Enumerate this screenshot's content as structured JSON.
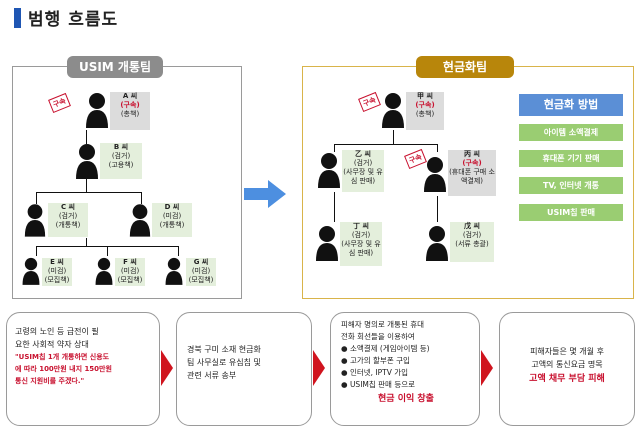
{
  "title": "범행 흐름도",
  "usim_team": {
    "label": "USIM 개통팀",
    "a": {
      "name": "A 씨",
      "status": "(구속)",
      "role": "(총책)",
      "stamp": "구속"
    },
    "b": {
      "name": "B 씨",
      "status": "(검거)",
      "role": "(고용책)"
    },
    "c": {
      "name": "C 씨",
      "status": "(검거)",
      "role": "(개통책)"
    },
    "d": {
      "name": "D 씨",
      "status": "(미검)",
      "role": "(개통책)"
    },
    "e": {
      "name": "E 씨",
      "status": "(미검)",
      "role": "(모집책)"
    },
    "f": {
      "name": "F 씨",
      "status": "(미검)",
      "role": "(모집책)"
    },
    "g": {
      "name": "G 씨",
      "status": "(미검)",
      "role": "(모집책)"
    }
  },
  "cash_team": {
    "label": "현금화팀",
    "gap": {
      "name": "甲 씨",
      "status": "(구속)",
      "role": "(총책)",
      "stamp": "구속"
    },
    "eul": {
      "name": "乙 씨",
      "status": "(검거)",
      "role": "(사무장 및 유심 판매)"
    },
    "byeong": {
      "name": "丙 씨",
      "status": "(구속)",
      "role": "(휴대폰 구매 소액결제)",
      "stamp": "구속"
    },
    "jeong": {
      "name": "丁 씨",
      "status": "(검거)",
      "role": "(사무장 및 유심 판매)"
    },
    "mu": {
      "name": "戊 씨",
      "status": "(검거)",
      "role": "(서류 총괄)"
    }
  },
  "methods": {
    "title": "현금화 방법",
    "items": [
      "아이템 소액결제",
      "휴대폰 기기 판매",
      "TV, 인터넷 개통",
      "USIM칩 판매"
    ]
  },
  "flow": {
    "step1": {
      "line1": "고령의 노인 등 급전이 필",
      "line2": "요한 사회적 약자 상대",
      "quote1": "\"USIM칩 1개 개통하면 신용도",
      "quote2": "에 따라 100만원 내지 150만원",
      "quote3": "통신 지원비를 주겠다.\""
    },
    "step2": {
      "line1": "경북 구미 소재 현금화",
      "line2": "팀 사무실로 유심칩 및",
      "line3": "관련 서류 송부"
    },
    "step3": {
      "intro1": "피해자 명의로 개통된 휴대",
      "intro2": "전화 회선들을 이용하여",
      "b1": "소액결제 (게임아이템 등)",
      "b2": "고가의 할부폰 구입",
      "b3": "인터넷, IPTV 가입",
      "b4": "USIM칩 판매 등으로",
      "result": "현금 이익 창출"
    },
    "step4": {
      "line1": "피해자들은 몇 개월 후",
      "line2": "고액의 통신요금 명목",
      "result": "고액 채무 부담 피해"
    }
  },
  "colors": {
    "usim_label": "#8c8c8c",
    "cash_label": "#b8860b",
    "arrow": "#4d8fe0",
    "accent_red": "#c8102e"
  }
}
